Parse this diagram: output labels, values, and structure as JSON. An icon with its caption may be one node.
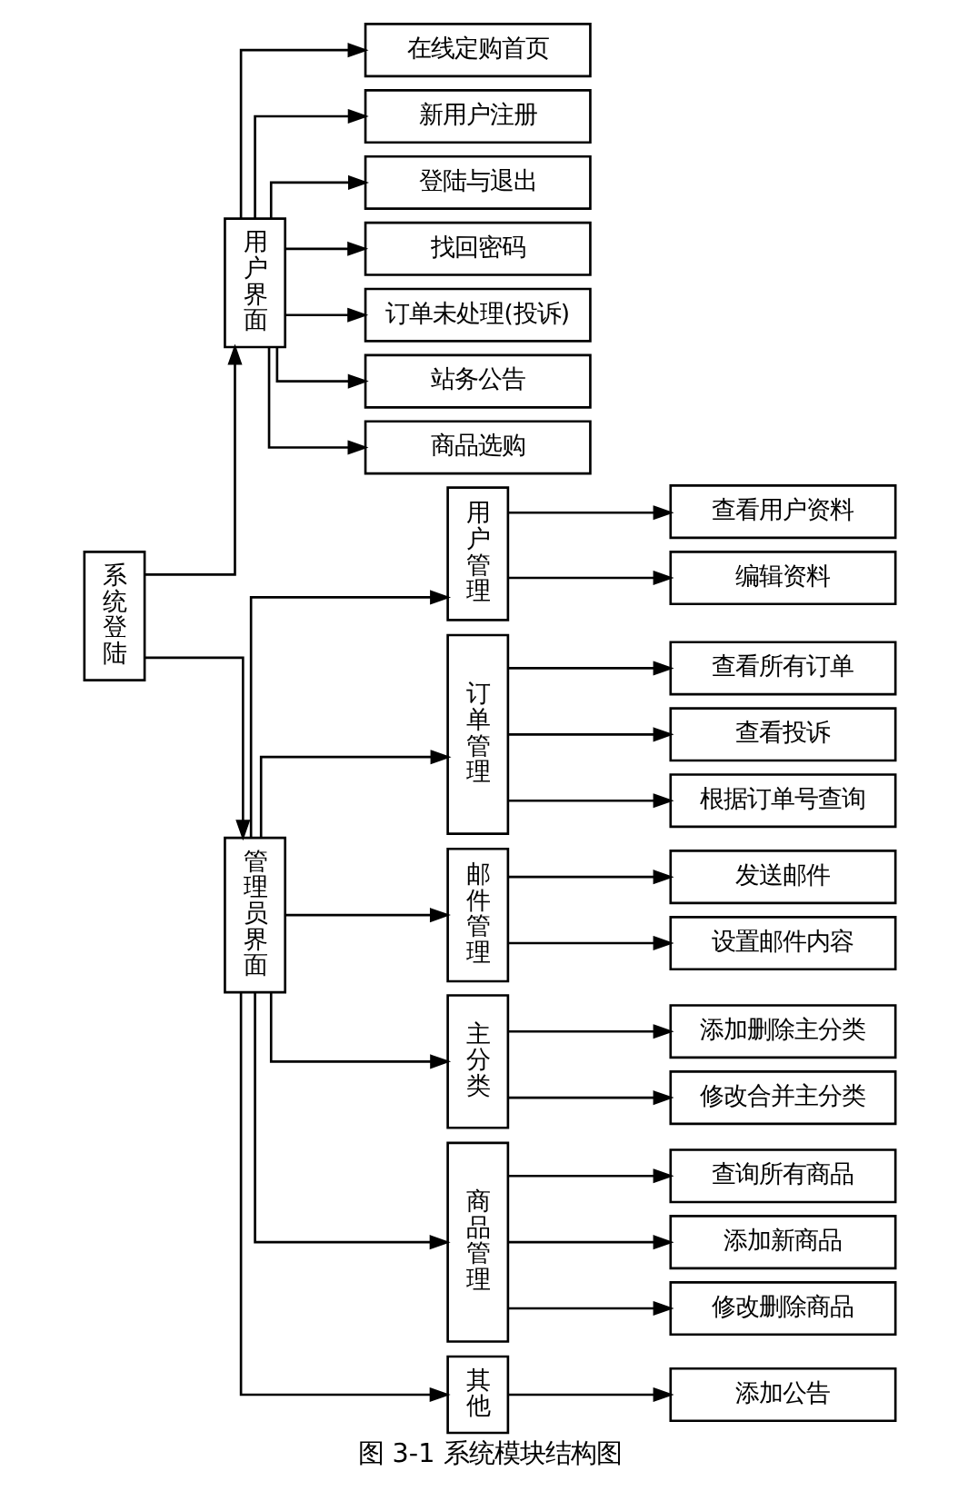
{
  "diagram": {
    "caption": "图 3-1 系统模块结构图",
    "nodes": [
      {
        "text": [
          "系统登陆"
        ]
      },
      {
        "text": [
          "用户界面"
        ]
      },
      {
        "text": [
          "在线定购首页"
        ]
      },
      {
        "text": [
          "新用户注册"
        ]
      },
      {
        "text": [
          "登陆与退出"
        ]
      },
      {
        "text": [
          "找回密码"
        ]
      },
      {
        "text": [
          "订单未处理(投诉)"
        ]
      },
      {
        "text": [
          "站务公告"
        ]
      },
      {
        "text": [
          "商品选购"
        ]
      },
      {
        "text": [
          "管理员界面"
        ]
      },
      {
        "text": [
          "用户管理"
        ]
      },
      {
        "text": [
          "查看用户资料"
        ]
      },
      {
        "text": [
          "编辑资料"
        ]
      },
      {
        "text": [
          "订单管理"
        ]
      },
      {
        "text": [
          "查看所有订单"
        ]
      },
      {
        "text": [
          "查看投诉"
        ]
      },
      {
        "text": [
          "根据订单号查询"
        ]
      },
      {
        "text": [
          "邮件管理"
        ]
      },
      {
        "text": [
          "发送邮件"
        ]
      },
      {
        "text": [
          "设置邮件内容"
        ]
      },
      {
        "text": [
          "主分类"
        ]
      },
      {
        "text": [
          "添加删除主分类"
        ]
      },
      {
        "text": [
          "修改合并主分类"
        ]
      },
      {
        "text": [
          "商品管理"
        ]
      },
      {
        "text": [
          "查询所有商品"
        ]
      },
      {
        "text": [
          "添加新商品"
        ]
      },
      {
        "text": [
          "修改删除商品"
        ]
      },
      {
        "text": [
          "其他"
        ]
      },
      {
        "text": [
          "添加公告"
        ]
      }
    ],
    "edges": [
      {
        "from": 0,
        "to": 1,
        "arrow": "to"
      },
      {
        "from": 0,
        "to": 9,
        "arrow": "to"
      },
      {
        "from": 1,
        "to": 2,
        "arrow": "to"
      },
      {
        "from": 1,
        "to": 3,
        "arrow": "to"
      },
      {
        "from": 1,
        "to": 4,
        "arrow": "to"
      },
      {
        "from": 1,
        "to": 5,
        "arrow": "to"
      },
      {
        "from": 1,
        "to": 6,
        "arrow": "to"
      },
      {
        "from": 1,
        "to": 7,
        "arrow": "to"
      },
      {
        "from": 1,
        "to": 8,
        "arrow": "to"
      },
      {
        "from": 9,
        "to": 10,
        "arrow": "to"
      },
      {
        "from": 9,
        "to": 13,
        "arrow": "to"
      },
      {
        "from": 9,
        "to": 17,
        "arrow": "to"
      },
      {
        "from": 9,
        "to": 20,
        "arrow": "to"
      },
      {
        "from": 9,
        "to": 23,
        "arrow": "to"
      },
      {
        "from": 9,
        "to": 27,
        "arrow": "to"
      },
      {
        "from": 10,
        "to": 11,
        "arrow": "to"
      },
      {
        "from": 10,
        "to": 12,
        "arrow": "to"
      },
      {
        "from": 13,
        "to": 14,
        "arrow": "to"
      },
      {
        "from": 13,
        "to": 15,
        "arrow": "to"
      },
      {
        "from": 13,
        "to": 16,
        "arrow": "to"
      },
      {
        "from": 17,
        "to": 18,
        "arrow": "to"
      },
      {
        "from": 17,
        "to": 19,
        "arrow": "to"
      },
      {
        "from": 20,
        "to": 21,
        "arrow": "to"
      },
      {
        "from": 20,
        "to": 22,
        "arrow": "to"
      },
      {
        "from": 23,
        "to": 24,
        "arrow": "to"
      },
      {
        "from": 23,
        "to": 25,
        "arrow": "to"
      },
      {
        "from": 23,
        "to": 26,
        "arrow": "to"
      },
      {
        "from": 27,
        "to": 28,
        "arrow": "to"
      }
    ]
  }
}
